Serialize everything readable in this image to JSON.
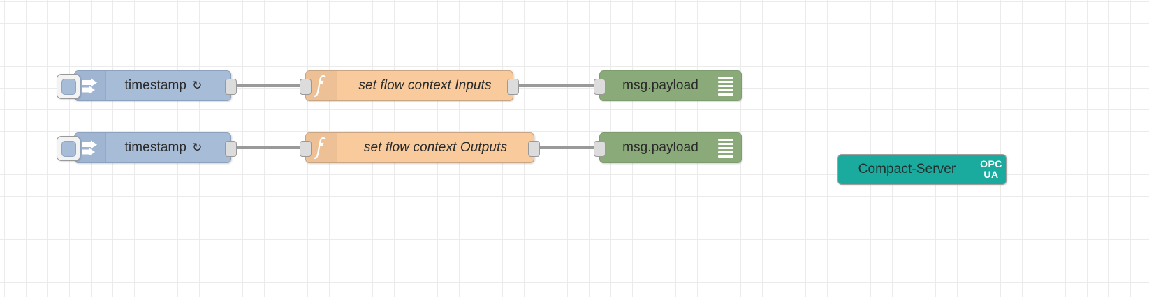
{
  "editor": {
    "name": "node-red-flow-canvas",
    "background": "#ffffff",
    "grid_color": "#ebebeb",
    "grid_size": 31
  },
  "palette": {
    "inject_color": "#a7bcd6",
    "function_color": "#f8ca9c",
    "debug_color": "#8aab79",
    "opcua_color": "#1aaa9e",
    "wire_color": "#9a9a9a",
    "port_color": "#dcdcdc"
  },
  "flows": [
    {
      "row": 1,
      "inject": {
        "label": "timestamp",
        "repeat_glyph": "↻",
        "icon": "inject-arrow-icon",
        "button": "inject-trigger-button"
      },
      "function": {
        "label": "set flow context Inputs",
        "icon": "function-f-icon"
      },
      "debug": {
        "label": "msg.payload",
        "icon": "debug-list-icon",
        "toggle": "debug-enable-toggle"
      }
    },
    {
      "row": 2,
      "inject": {
        "label": "timestamp",
        "repeat_glyph": "↻",
        "icon": "inject-arrow-icon",
        "button": "inject-trigger-button"
      },
      "function": {
        "label": "set flow context Outputs",
        "icon": "function-f-icon"
      },
      "debug": {
        "label": "msg.payload",
        "icon": "debug-list-icon",
        "toggle": "debug-enable-toggle"
      }
    }
  ],
  "standalone": {
    "opcua_server": {
      "label": "Compact-Server",
      "icon_line1": "OPC",
      "icon_line2": "UA",
      "icon_name": "opc-ua-logo-icon"
    }
  }
}
